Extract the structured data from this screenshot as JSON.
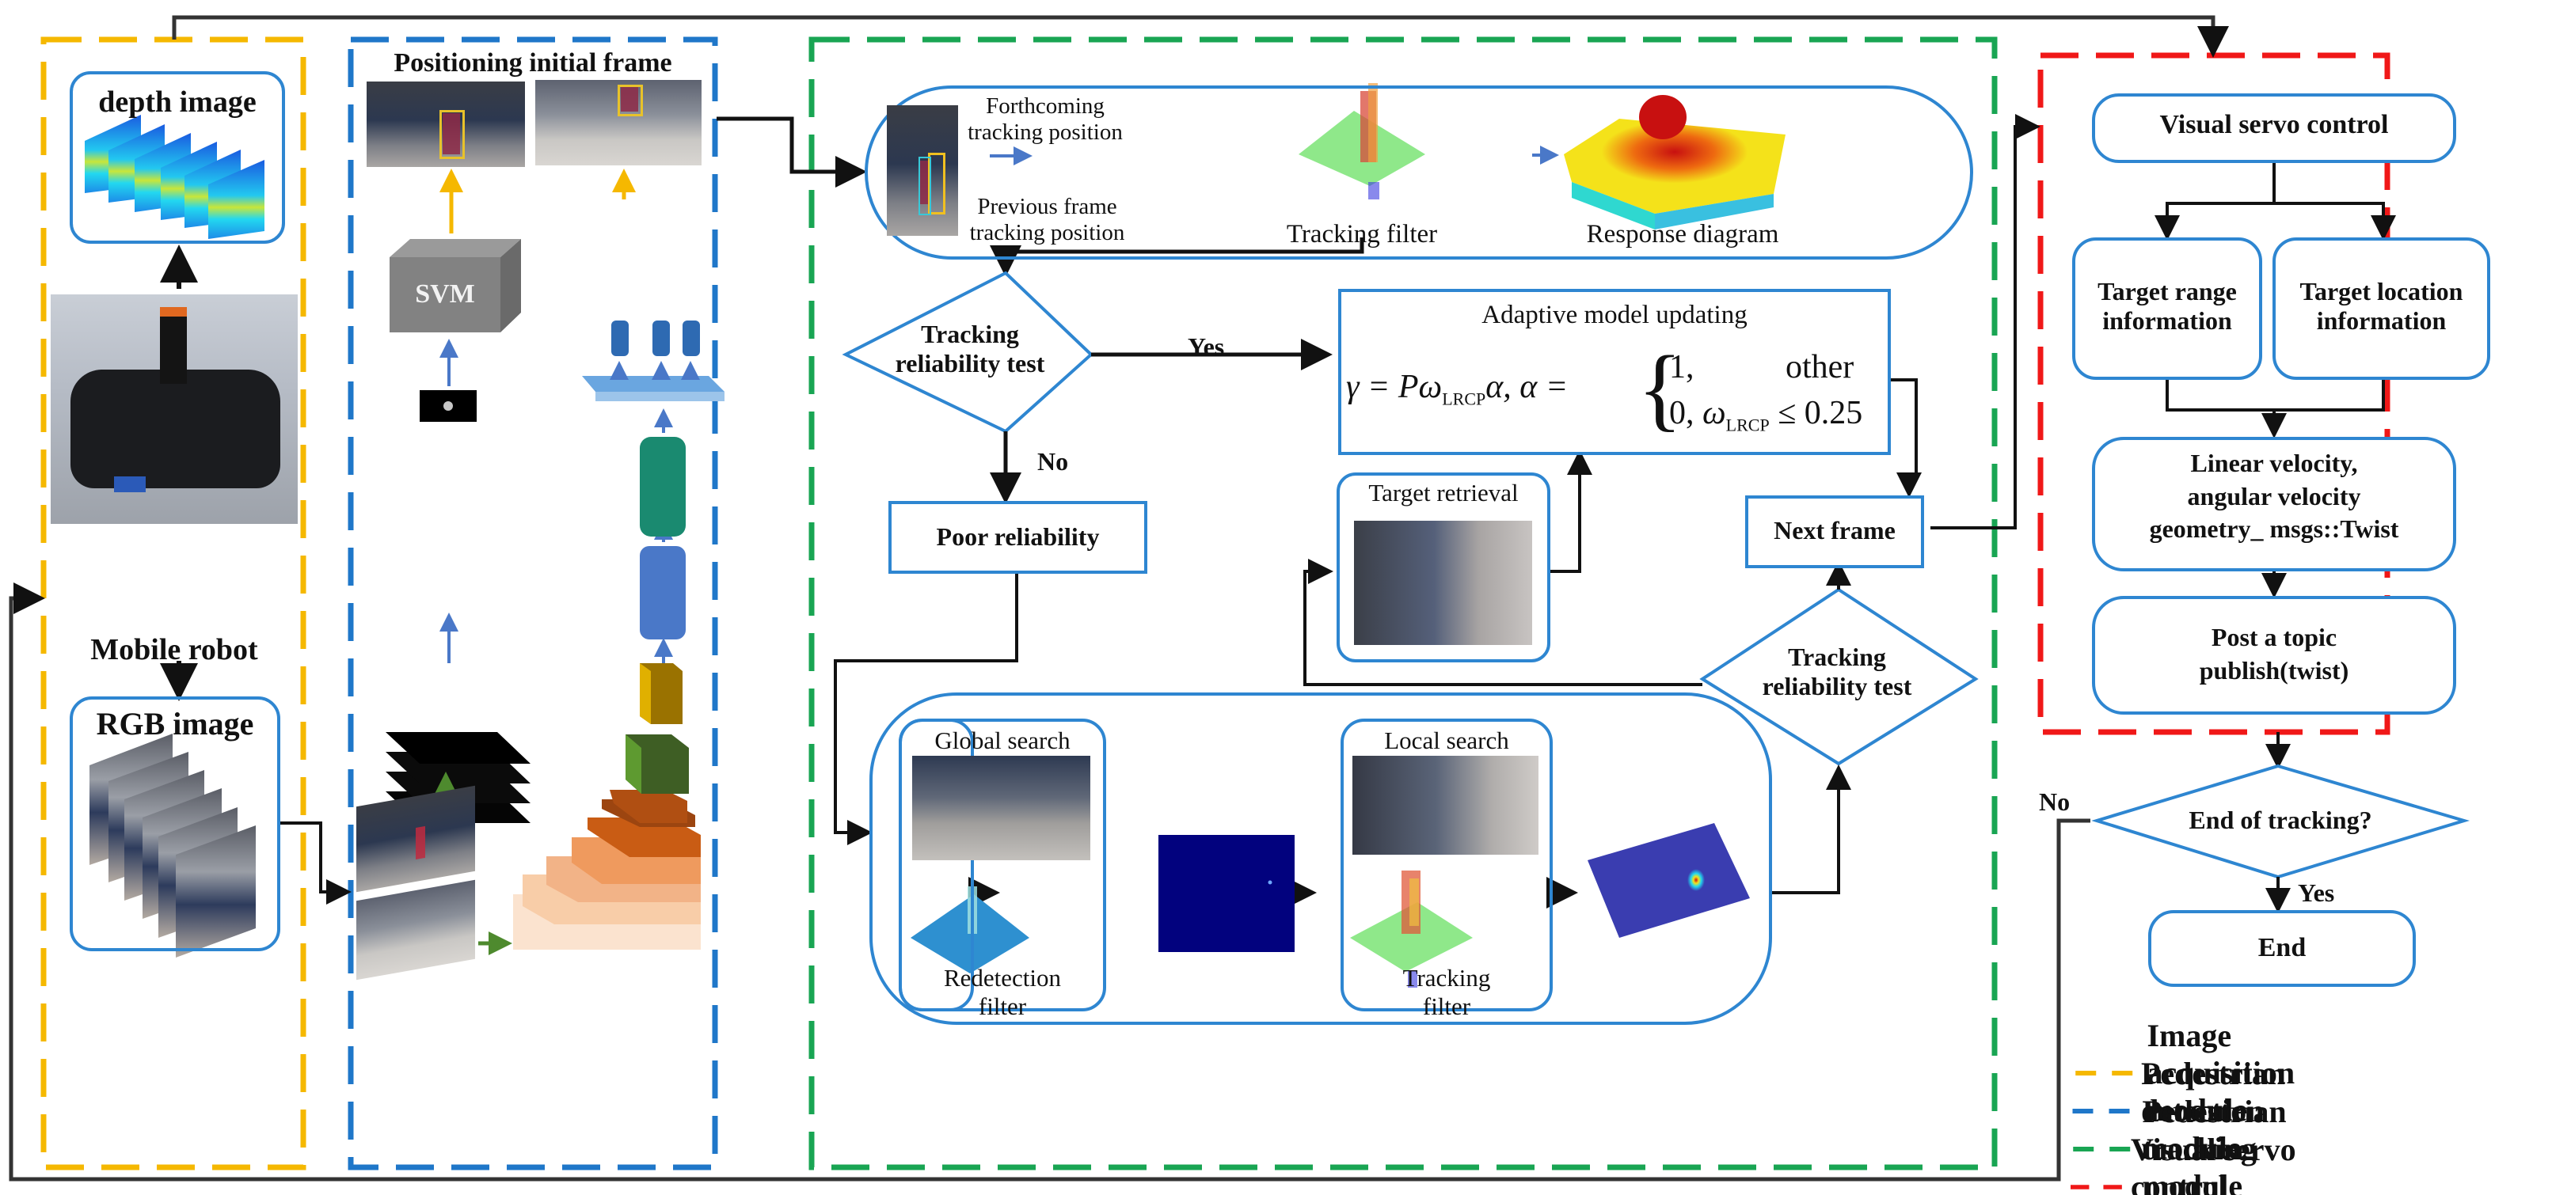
{
  "modules": {
    "acquisition": {
      "color": "#f5b800"
    },
    "detection": {
      "color": "#1f77c9"
    },
    "tracking": {
      "color": "#19a553"
    },
    "servo": {
      "color": "#f01818"
    }
  },
  "acquisition": {
    "depth_image_label": "depth image",
    "robot_label": "Mobile robot",
    "rgb_image_label": "RGB image"
  },
  "detection": {
    "title": "Positioning initial frame",
    "svm_label": "SVM"
  },
  "tracking": {
    "forthcoming_label": "Forthcoming tracking position",
    "forthcoming_line1": "Forthcoming",
    "forthcoming_line2": "tracking position",
    "previous_line1": "Previous frame",
    "previous_line2": "tracking position",
    "tracking_filter_label": "Tracking filter",
    "response_diagram_label": "Response diagram",
    "reliability_test_1": {
      "line1": "Tracking",
      "line2": "reliability test"
    },
    "yes_label": "Yes",
    "no_label": "No",
    "adaptive_title": "Adaptive model updating",
    "formula_left": "γ = Pω",
    "formula_sub": "LRCP",
    "formula_alpha": "α,   α =",
    "formula_case1_value": "1,",
    "formula_case1_cond": "other",
    "formula_case2_value": "0,",
    "formula_case2_cond": "ω",
    "formula_case2_sub": "LRCP",
    "formula_case2_rhs": "≤ 0.25",
    "poor_reliability_label": "Poor reliability",
    "target_retrieval_label": "Target retrieval",
    "next_frame_label": "Next frame",
    "reliability_test_2": {
      "line1": "Tracking",
      "line2": "reliability test"
    },
    "global_search_label": "Global search",
    "redetection_filter": {
      "line1": "Redetection",
      "line2": "filter"
    },
    "local_search_label": "Local search",
    "local_tracking_filter": {
      "line1": "Tracking",
      "line2": "filter"
    }
  },
  "servo": {
    "visual_servo_label": "Visual servo control",
    "target_range": {
      "line1": "Target range",
      "line2": "information"
    },
    "target_location": {
      "line1": "Target location",
      "line2": "information"
    },
    "velocity": {
      "line1": "Linear velocity,",
      "line2": "angular velocity",
      "line3": "geometry_ msgs::Twist"
    },
    "post_topic": {
      "line1": "Post a topic",
      "line2": "publish(twist)"
    }
  },
  "end_flow": {
    "end_question": "End of tracking?",
    "no_label": "No",
    "yes_label": "Yes",
    "end_label": "End"
  },
  "legend": [
    {
      "label": "Image acquisition module",
      "color": "#f5b800"
    },
    {
      "label": "Pedestrian detection module",
      "color": "#1f77c9"
    },
    {
      "label": "Pedestrian tracking module",
      "color": "#19a553"
    },
    {
      "label": "Visual servo control module",
      "color": "#f01818"
    }
  ]
}
